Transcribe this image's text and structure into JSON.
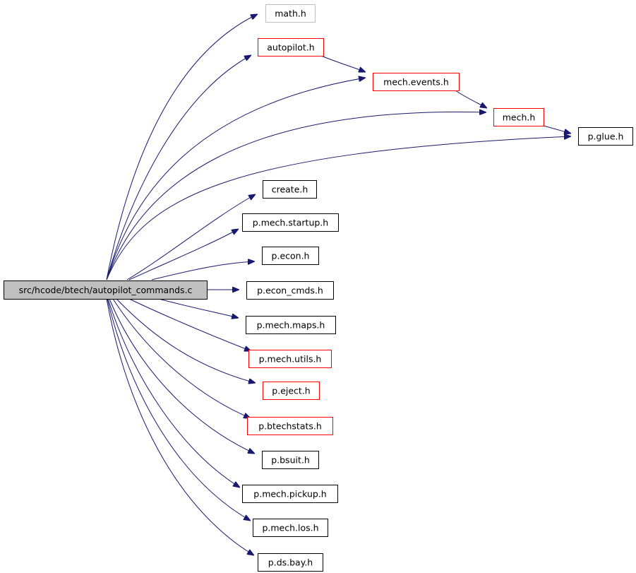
{
  "diagram": {
    "source": {
      "id": "src",
      "label": "src/hcode/btech/autopilot_commands.c",
      "fill": "#bfbfbf"
    },
    "colors": {
      "edge": "#191970",
      "normal_border": "#000000",
      "red_border": "#ff0000",
      "gray_border": "#bfbfbf"
    },
    "nodes": [
      {
        "id": "math",
        "label": "math.h",
        "border": "gray"
      },
      {
        "id": "autopilot",
        "label": "autopilot.h",
        "border": "red"
      },
      {
        "id": "mechevents",
        "label": "mech.events.h",
        "border": "red"
      },
      {
        "id": "mech",
        "label": "mech.h",
        "border": "red"
      },
      {
        "id": "pglue",
        "label": "p.glue.h",
        "border": "black"
      },
      {
        "id": "create",
        "label": "create.h",
        "border": "black"
      },
      {
        "id": "pmechstartup",
        "label": "p.mech.startup.h",
        "border": "black"
      },
      {
        "id": "pecon",
        "label": "p.econ.h",
        "border": "black"
      },
      {
        "id": "peconcmds",
        "label": "p.econ_cmds.h",
        "border": "black"
      },
      {
        "id": "pmechmaps",
        "label": "p.mech.maps.h",
        "border": "black"
      },
      {
        "id": "pmechutils",
        "label": "p.mech.utils.h",
        "border": "red"
      },
      {
        "id": "peject",
        "label": "p.eject.h",
        "border": "red"
      },
      {
        "id": "pbtechstats",
        "label": "p.btechstats.h",
        "border": "red"
      },
      {
        "id": "pbsuit",
        "label": "p.bsuit.h",
        "border": "black"
      },
      {
        "id": "pmechpickup",
        "label": "p.mech.pickup.h",
        "border": "black"
      },
      {
        "id": "pmechlos",
        "label": "p.mech.los.h",
        "border": "black"
      },
      {
        "id": "pdsbay",
        "label": "p.ds.bay.h",
        "border": "black"
      }
    ],
    "edges": [
      {
        "from": "src",
        "to": "math"
      },
      {
        "from": "src",
        "to": "autopilot"
      },
      {
        "from": "src",
        "to": "mechevents"
      },
      {
        "from": "src",
        "to": "mech"
      },
      {
        "from": "src",
        "to": "pglue"
      },
      {
        "from": "src",
        "to": "create"
      },
      {
        "from": "src",
        "to": "pmechstartup"
      },
      {
        "from": "src",
        "to": "pecon"
      },
      {
        "from": "src",
        "to": "peconcmds"
      },
      {
        "from": "src",
        "to": "pmechmaps"
      },
      {
        "from": "src",
        "to": "pmechutils"
      },
      {
        "from": "src",
        "to": "peject"
      },
      {
        "from": "src",
        "to": "pbtechstats"
      },
      {
        "from": "src",
        "to": "pbsuit"
      },
      {
        "from": "src",
        "to": "pmechpickup"
      },
      {
        "from": "src",
        "to": "pmechlos"
      },
      {
        "from": "src",
        "to": "pdsbay"
      },
      {
        "from": "autopilot",
        "to": "mechevents"
      },
      {
        "from": "mechevents",
        "to": "mech"
      },
      {
        "from": "mech",
        "to": "pglue"
      }
    ]
  }
}
